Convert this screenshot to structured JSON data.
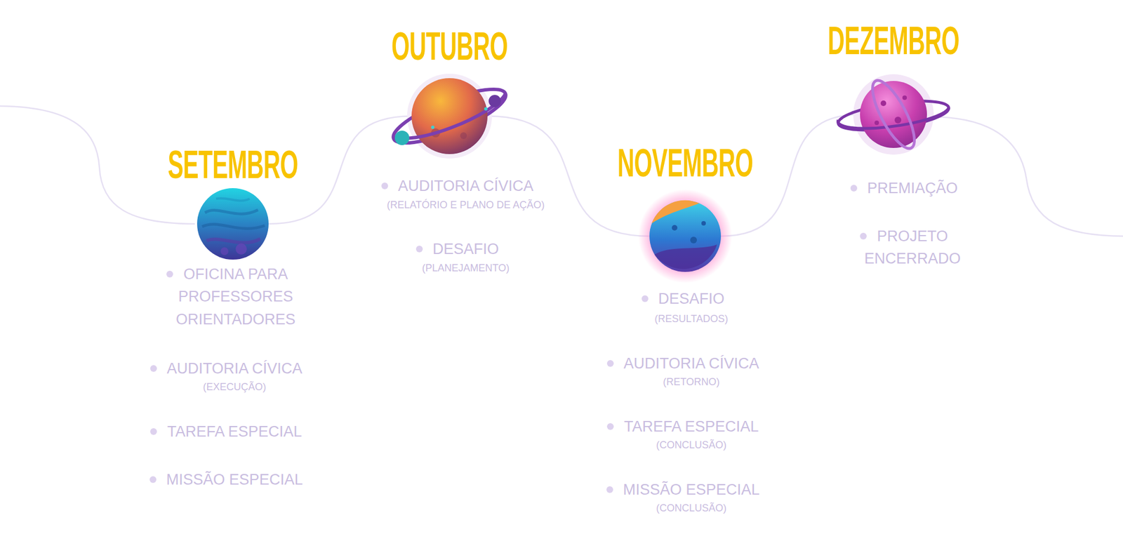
{
  "diagram": {
    "nodes": [
      {
        "text": [
          "SETEMBRO"
        ]
      },
      {
        "text": [
          "OUTUBRO"
        ]
      },
      {
        "text": [
          "NOVEMBRO"
        ]
      },
      {
        "text": [
          "DEZEMBRO"
        ]
      }
    ],
    "edges": [
      {
        "from": 0,
        "to": 1,
        "arrow": "none"
      },
      {
        "from": 1,
        "to": 2,
        "arrow": "none"
      },
      {
        "from": 2,
        "to": 3,
        "arrow": "none"
      }
    ],
    "labels": [
      "OFICINA PARA PROFESSORES ORIENTADORES",
      "AUDITORIA CÍVICA",
      "(EXECUÇÃO)",
      "TAREFA ESPECIAL",
      "MISSÃO ESPECIAL",
      "AUDITORIA CÍVICA",
      "(RELATÓRIO E PLANO DE AÇÃO)",
      "DESAFIO",
      "(PLANEJAMENTO)",
      "DESAFIO",
      "(RESULTADOS)",
      "AUDITORIA CÍVICA",
      "(RETORNO)",
      "TAREFA ESPECIAL",
      "(CONCLUSÃO)",
      "MISSÃO ESPECIAL",
      "(CONCLUSÃO)",
      "PREMIAÇÃO",
      "PROJETO ENCERRADO"
    ]
  }
}
